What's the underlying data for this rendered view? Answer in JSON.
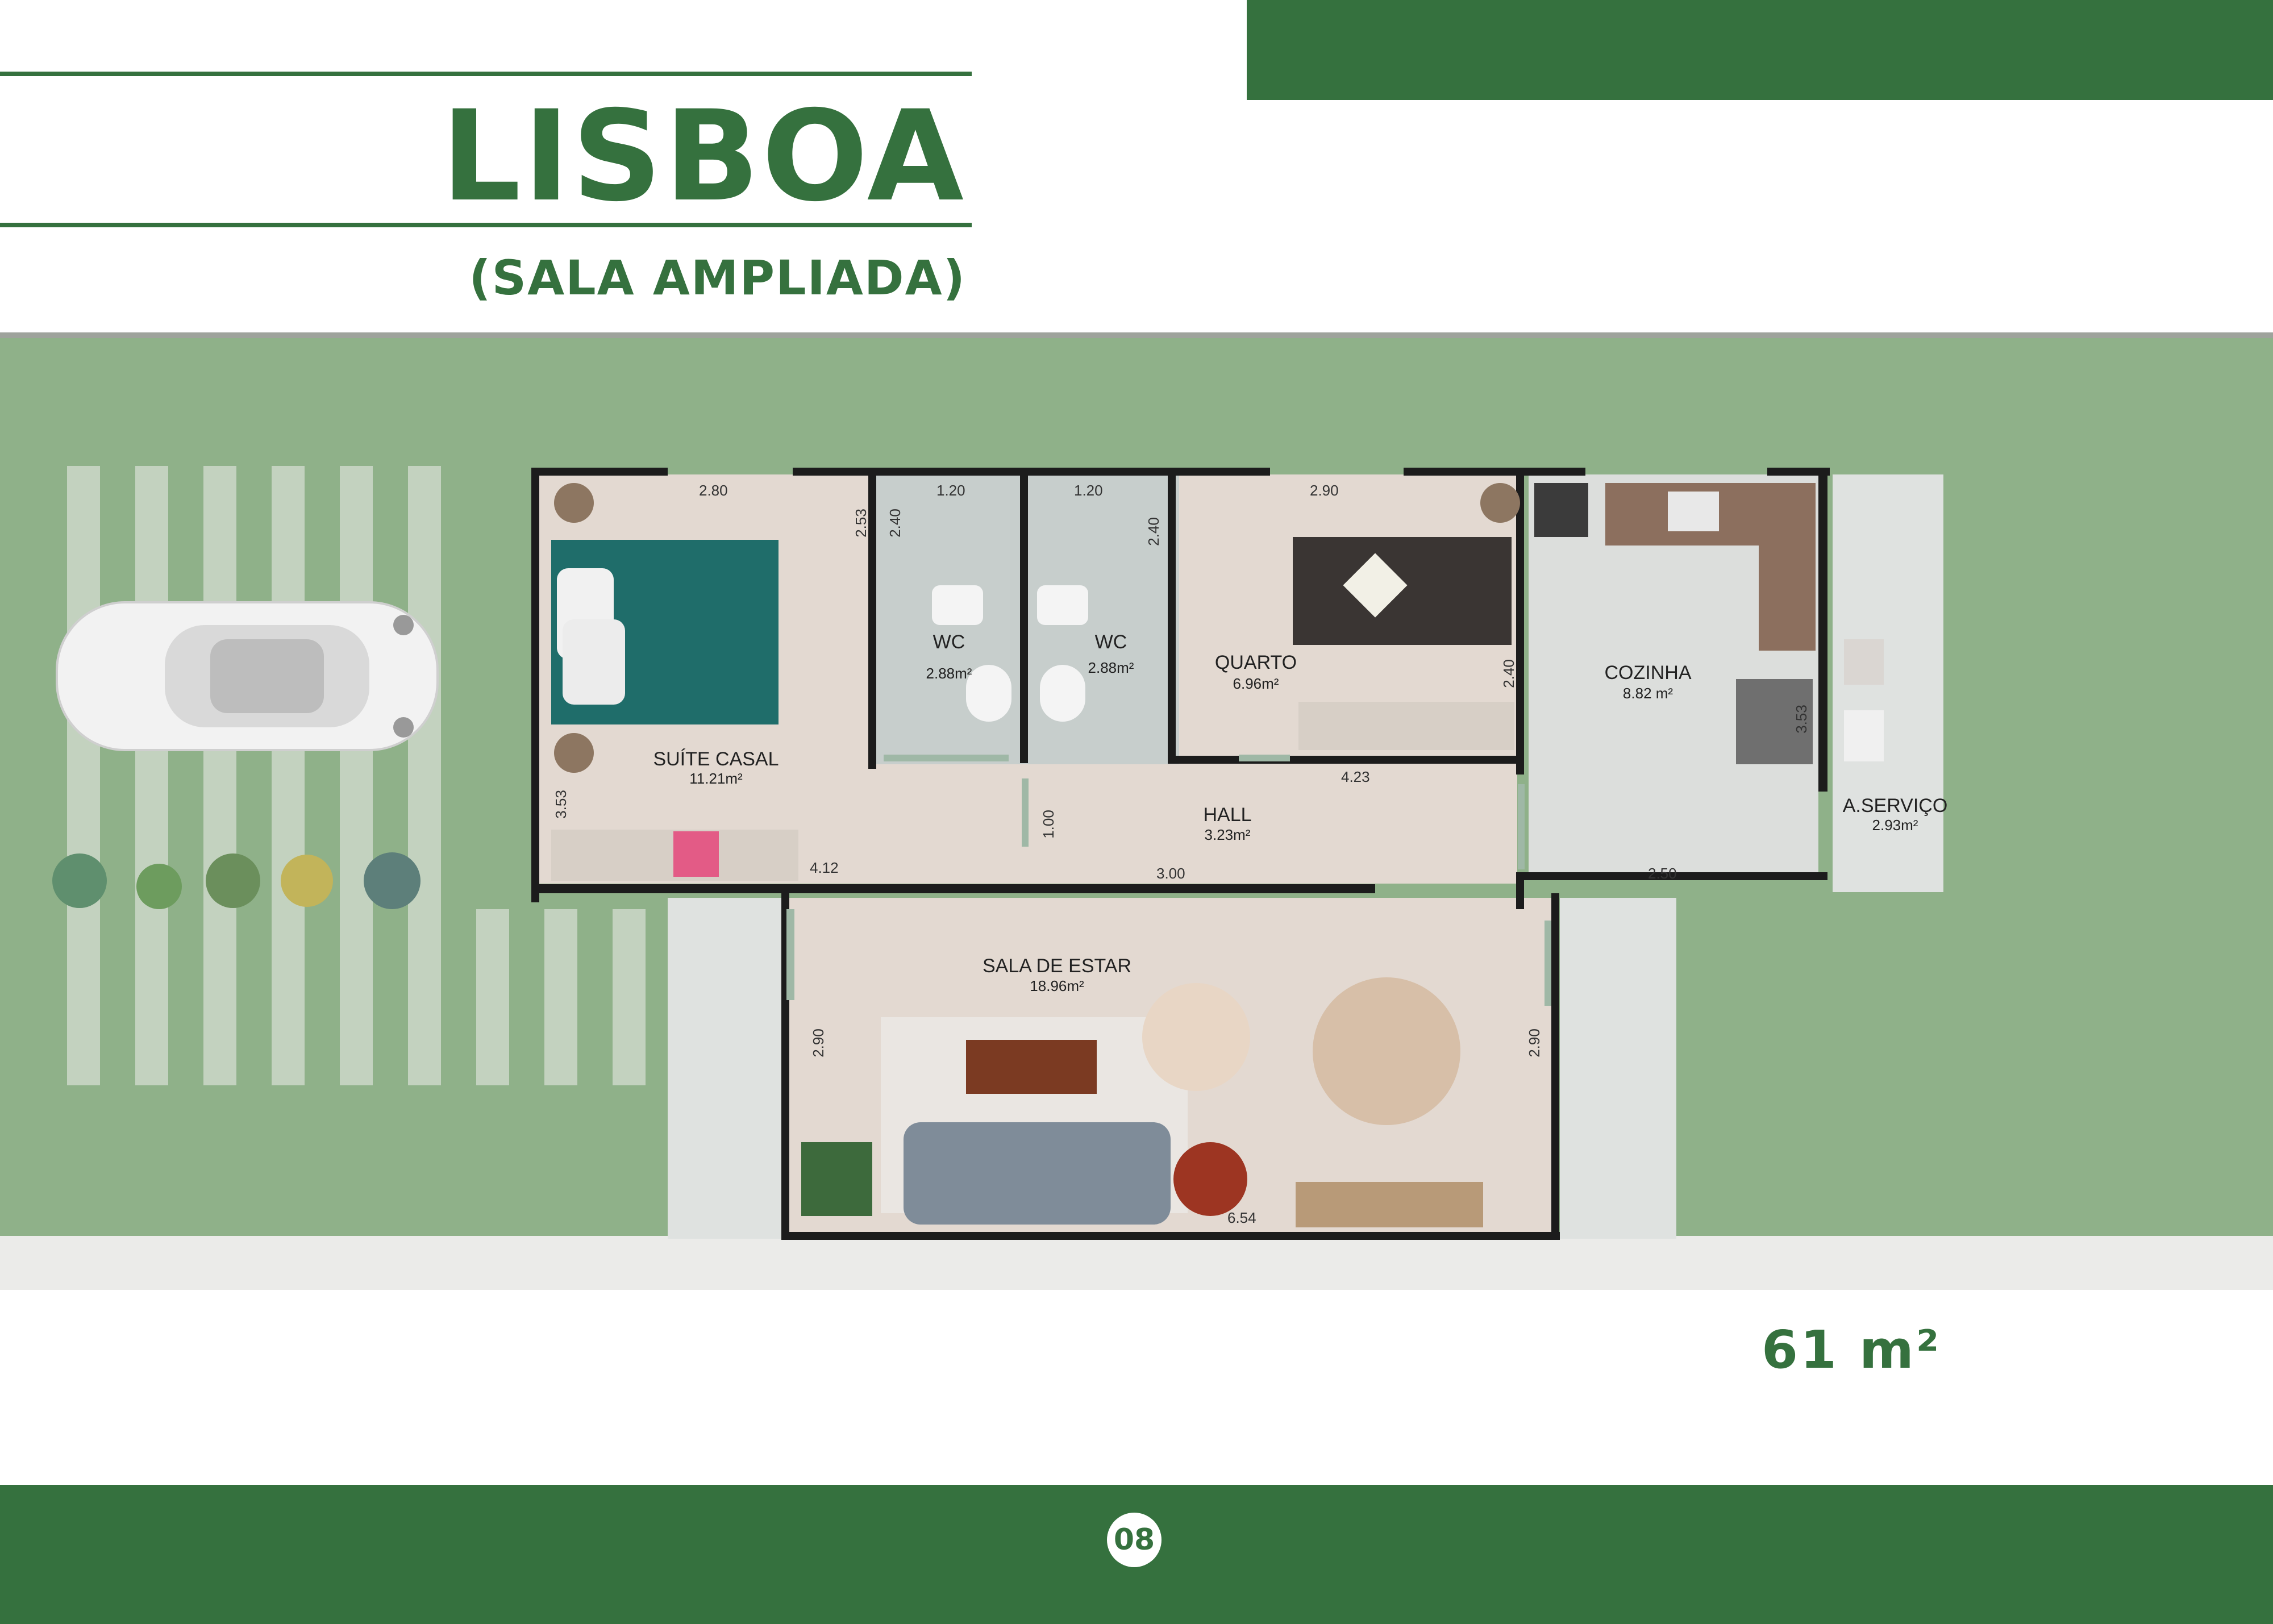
{
  "header": {
    "title": "LISBOA",
    "subtitle": "(SALA AMPLIADA)"
  },
  "footer": {
    "area": "61 m²",
    "page_number": "08"
  },
  "rooms": {
    "suite": {
      "name": "SUÍTE CASAL",
      "area": "11.21m²"
    },
    "wc1": {
      "name": "WC",
      "area": "2.88m²"
    },
    "wc2": {
      "name": "WC",
      "area": "2.88m²"
    },
    "quarto": {
      "name": "QUARTO",
      "area": "6.96m²"
    },
    "cozinha": {
      "name": "COZINHA",
      "area": "8.82 m²"
    },
    "servico": {
      "name": "A.SERVIÇO",
      "area": "2.93m²"
    },
    "hall": {
      "name": "HALL",
      "area": "3.23m²"
    },
    "sala": {
      "name": "SALA DE ESTAR",
      "area": "18.96m²"
    }
  },
  "dimensions": {
    "suite_top": "2.80",
    "wc1_top": "1.20",
    "wc2_top": "1.20",
    "quarto_top": "2.90",
    "suite_right": "2.53",
    "wc1_side": "2.40",
    "wc2_side": "2.40",
    "quarto_side": "2.40",
    "suite_left": "3.53",
    "suite_bottom": "4.12",
    "hall_left": "1.00",
    "hall_bottom": "3.00",
    "quarto_bottom": "4.23",
    "cozinha_side": "3.53",
    "cozinha_bottom": "2.50",
    "sala_left": "2.90",
    "sala_right": "2.90",
    "sala_bottom": "6.54"
  },
  "colors": {
    "brand_green": "#35713e",
    "lawn": "#8fb189",
    "wall": "#1c1c1c"
  }
}
